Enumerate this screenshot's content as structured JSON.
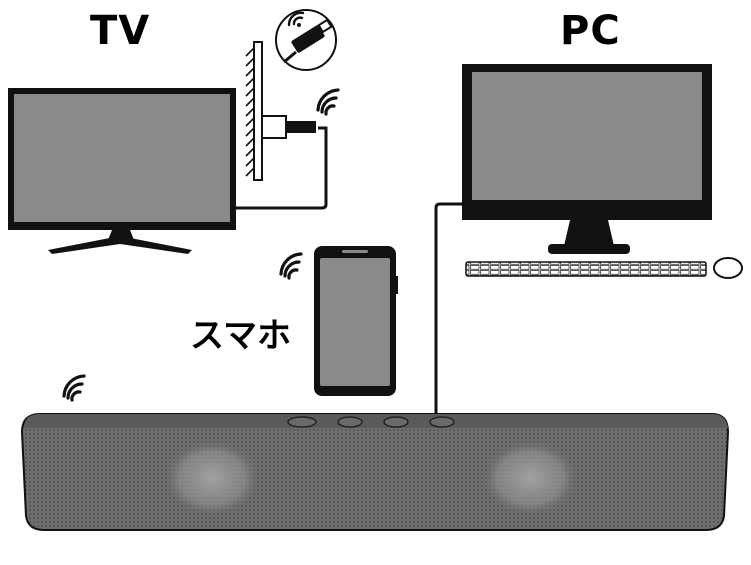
{
  "labels": {
    "tv": "TV",
    "pc": "PC",
    "smartphone": "スマホ"
  },
  "colors": {
    "screen": "#8a8a8a",
    "bezel": "#111111",
    "speaker_body": "#6e6e6e",
    "speaker_glow": "#9a9a9a",
    "line": "#111111"
  },
  "icons": [
    "wifi-icon",
    "usb-dongle-icon"
  ]
}
